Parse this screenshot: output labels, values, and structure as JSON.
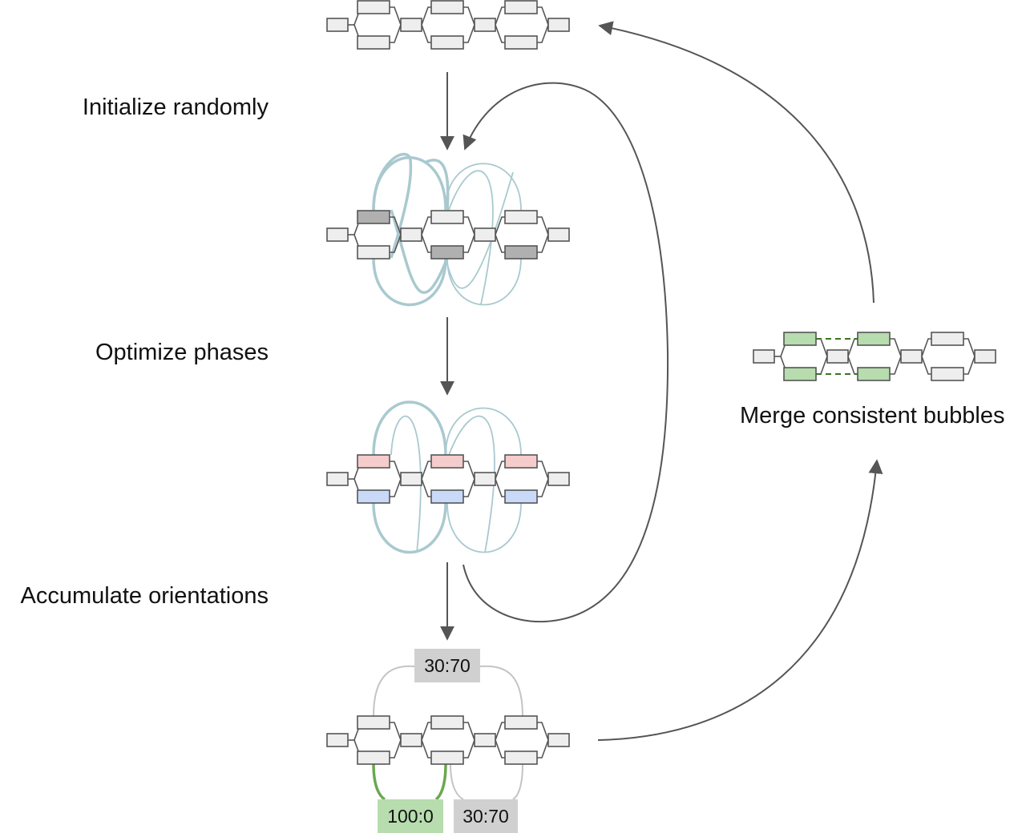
{
  "steps": {
    "initialize": "Initialize randomly",
    "optimize": "Optimize phases",
    "accumulate": "Accumulate orientations",
    "merge": "Merge consistent bubbles"
  },
  "badges": {
    "top": "30:70",
    "bottom_left": "100:0",
    "bottom_right": "30:70"
  },
  "colors": {
    "node_fill": "#eeeeee",
    "node_stroke": "#555555",
    "phase_dark": "#b0b0b0",
    "phase_red": "#f4cccc",
    "phase_blue": "#c9daf8",
    "merged_green": "#b7dcae",
    "link_teal": "#a9c9cf",
    "link_gray": "#c4c4c4",
    "link_green": "#6aa84f",
    "arrow": "#555555"
  }
}
